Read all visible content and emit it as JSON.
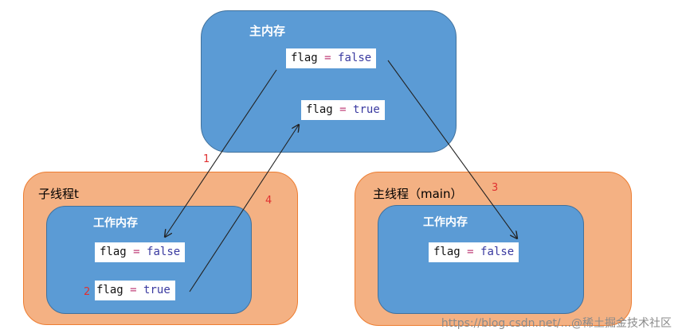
{
  "main_memory": {
    "title": "主内存",
    "var_false": {
      "name": "flag",
      "op": "=",
      "value": "false"
    },
    "var_true": {
      "name": "flag",
      "op": "=",
      "value": "true"
    }
  },
  "thread_t": {
    "title": "子线程t",
    "work_title": "工作内存",
    "var_false": {
      "name": "flag",
      "op": "=",
      "value": "false"
    },
    "var_true": {
      "name": "flag",
      "op": "=",
      "value": "true"
    }
  },
  "thread_main": {
    "title": "主线程（main）",
    "work_title": "工作内存",
    "var_false": {
      "name": "flag",
      "op": "=",
      "value": "false"
    }
  },
  "steps": {
    "s1": "1",
    "s2": "2",
    "s3": "3",
    "s4": "4"
  },
  "watermark": "https://blog.csdn.net/...@稀土掘金技术社区",
  "colors": {
    "memory_fill": "#5b9bd5",
    "thread_fill": "#f4b183",
    "step_color": "#e03030"
  }
}
